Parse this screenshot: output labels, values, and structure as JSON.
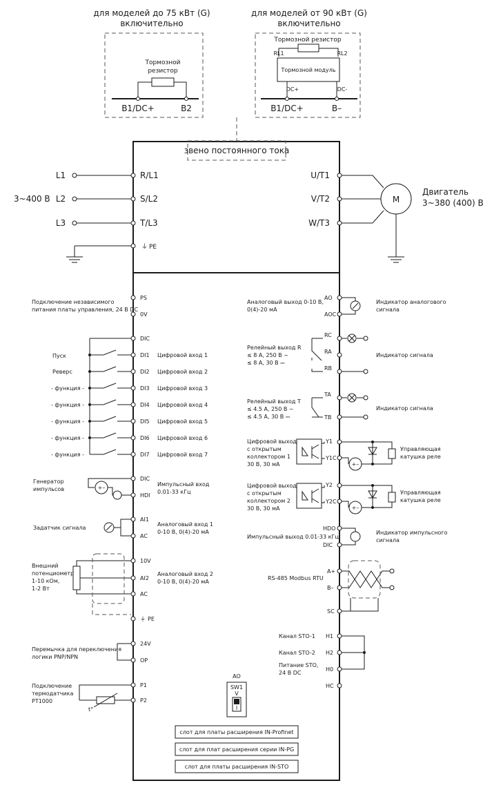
{
  "top": {
    "left_header_1": "для моделей до 75 кВт (G)",
    "left_header_2": "включительно",
    "right_header_1": "для моделей от 90 кВт (G)",
    "right_header_2": "включительно",
    "brake_resistor_1": "Тормозной",
    "brake_resistor_2": "резистор",
    "brake_resistor_single": "Тормозной резистор",
    "brake_module": "Тормозной модуль",
    "rl1": "RL1",
    "rl2": "RL2",
    "dcp": "DC+",
    "dcm": "DC-",
    "b1dc_left": "B1/DC+",
    "b2": "B2",
    "b1dc_right": "B1/DC+",
    "bminus": "B–",
    "dc_link": "звено постоянного тока"
  },
  "power": {
    "l1": "L1",
    "l2": "L2",
    "l3": "L3",
    "supply": "3~400 В",
    "r_l1": "R/L1",
    "s_l2": "S/L2",
    "t_l3": "T/L3",
    "pe": "PE",
    "u_t1": "U/T1",
    "v_t2": "V/T2",
    "w_t3": "W/T3",
    "motor_letter": "M",
    "motor_1": "Двигатель",
    "motor_2": "3~380 (400) В"
  },
  "left_terminals": {
    "ps": "PS",
    "ov": "0V",
    "dic": "DIC",
    "di1": "DI1",
    "di2": "DI2",
    "di3": "DI3",
    "di4": "DI4",
    "di5": "DI5",
    "di6": "DI6",
    "di7": "DI7",
    "dic2": "DIC",
    "hdi": "HDI",
    "ai1": "AI1",
    "ac1": "AC",
    "v10": "10V",
    "ai2": "AI2",
    "ac2": "AC",
    "pe2": "PE",
    "v24": "24V",
    "op": "OP",
    "p1": "P1",
    "p2": "P2"
  },
  "left_labels": {
    "ext_power_1": "Подключение независимого",
    "ext_power_2": "питания платы управления, 24 В DC",
    "start": "Пуск",
    "reverse": "Реверс",
    "func3": "- функция -",
    "func4": "- функция -",
    "func5": "- функция -",
    "func6": "- функция -",
    "func7": "- функция -",
    "din1": "Цифровой вход 1",
    "din2": "Цифровой вход 2",
    "din3": "Цифровой вход 3",
    "din4": "Цифровой вход 4",
    "din5": "Цифровой вход 5",
    "din6": "Цифровой вход 6",
    "din7": "Цифровой вход 7",
    "pulsegen_1": "Генератор",
    "pulsegen_2": "импульсов",
    "pulse_in_1": "Импульсный вход",
    "pulse_in_2": "0.01-33 кГц",
    "sensor": "Задатчик сигнала",
    "ain1_1": "Аналоговый вход 1",
    "ain1_2": "0-10 В, 0(4)-20 мА",
    "pot_1": "Внешний",
    "pot_2": "потенциометр",
    "pot_3": "1-10 кОм,",
    "pot_4": "1-2 Вт",
    "ain2_1": "Аналоговый вход 2",
    "ain2_2": "0-10 В, 0(4)-20 мА",
    "jumper_1": "Перемычка для переключения",
    "jumper_2": "логики PNP/NPN",
    "pt_1": "Подключение",
    "pt_2": "термодатчика",
    "pt_3": "PT1000",
    "t_sym": "t°"
  },
  "right_terminals": {
    "ao": "AO",
    "aoc": "AOC",
    "rc": "RC",
    "ra": "RA",
    "rb": "RB",
    "ta": "TA",
    "tb": "TB",
    "y1": "Y1",
    "y1c": "Y1C",
    "y2": "Y2",
    "y2c": "Y2C",
    "hdo": "HDO",
    "dic": "DIC",
    "aplus": "A+",
    "bminus": "B–",
    "sc": "SC",
    "h1": "H1",
    "h2": "H2",
    "h0": "H0",
    "hc": "HC"
  },
  "right_labels": {
    "aout_1": "Аналоговый выход 0-10 В,",
    "aout_2": "0(4)-20 мА",
    "aind_1": "Индикатор аналогового",
    "aind_2": "сигнала",
    "relr_1": "Релейный выход R",
    "relr_2": "≤ 8 А, 250 В ~",
    "relr_3": "≤ 8 А, 30 В ⎓",
    "sig1": "Индикатор сигнала",
    "relt_1": "Релейный выход T",
    "relt_2": "≤ 4.5 А, 250 В ~",
    "relt_3": "≤ 4.5 А, 30 В ⎓",
    "sig2": "Индикатор сигнала",
    "do1_1": "Цифровой выход",
    "do1_2": "с открытым",
    "do1_3": "коллектором 1",
    "do1_4": "30 В, 30 мА",
    "coil1_1": "Управляющая",
    "coil1_2": "катушка реле",
    "do2_1": "Цифровой выход",
    "do2_2": "с открытым",
    "do2_3": "коллектором 2",
    "do2_4": "30 В, 30 мА",
    "coil2_1": "Управляющая",
    "coil2_2": "катушка реле",
    "pout": "Импульсный выход 0.01-33 кГц",
    "pind_1": "Индикатор импульсного",
    "pind_2": "сигнала",
    "rs485": "RS-485 Modbus RTU",
    "sto1": "Канал STO-1",
    "sto2": "Канал STO-2",
    "sto_pwr_1": "Питание STO,",
    "sto_pwr_2": "24 В DC"
  },
  "bottom": {
    "ao": "AO",
    "sw1": "SW1",
    "v": "V",
    "i": "I",
    "slot1": "слот для платы расширения IN-Profinet",
    "slot2": "слот для плат расширения серии IN-PG",
    "slot3": "слот для платы расширения IN-STO"
  }
}
